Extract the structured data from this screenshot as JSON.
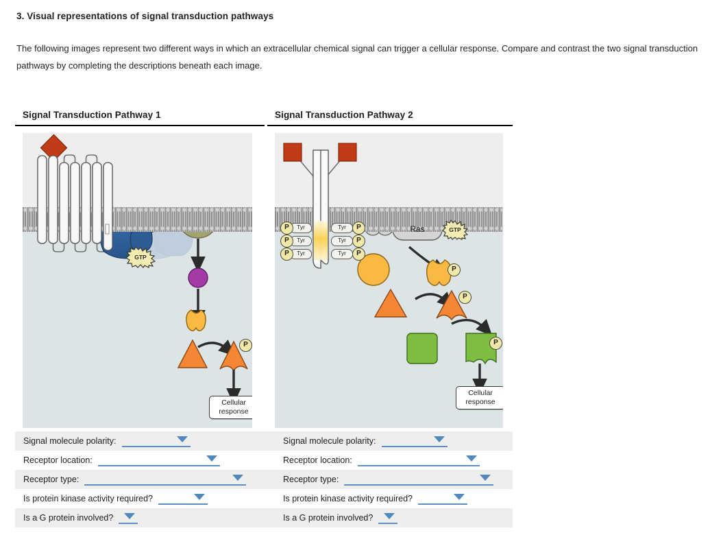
{
  "question": {
    "title": "3. Visual representations of signal transduction pathways",
    "intro": "The following images represent two different ways in which an extracellular chemical signal can trigger a cellular response. Compare and contrast the two signal transduction pathways by completing the descriptions beneath each image."
  },
  "panels": [
    {
      "heading": "Signal Transduction Pathway 1",
      "diagram": {
        "type": "gpcr-pathway",
        "signal_molecule": "red-diamond",
        "receptor": "seven-transmembrane-helix-receptor",
        "labels": {
          "gtp": "GTP",
          "cellular_response": "Cellular\nresponse",
          "phosphate": "P"
        },
        "colors": {
          "extracellular_bg": "#efeeee",
          "cytoplasm_bg": "#dce4e6",
          "membrane": "#8e8e8e",
          "signal_molecule": "#c23b17",
          "g_protein": "#2e5c96",
          "g_protein_pale": "#a8bcd6",
          "effector_enzyme": "#a3a472",
          "second_messenger": "#a33aa8",
          "kinase": "#f9b942",
          "substrate": "#f58634",
          "phosphate_badge": "#efe8a8"
        }
      }
    },
    {
      "heading": "Signal Transduction Pathway 2",
      "diagram": {
        "type": "receptor-tyrosine-kinase-pathway",
        "signal_molecule": "red-square",
        "receptor": "receptor-tyrosine-kinase-dimer",
        "labels": {
          "tyr": "Tyr",
          "phosphate": "P",
          "ras": "Ras",
          "gtp": "GTP",
          "cellular_response": "Cellular\nresponse"
        },
        "colors": {
          "extracellular_bg": "#efeeee",
          "cytoplasm_bg": "#dce4e6",
          "membrane": "#8e8e8e",
          "signal_molecule": "#c23b17",
          "relay_protein": "#cfcfcf",
          "ras": "#cfcfcf",
          "kinase_1": "#f9b942",
          "kinase_2": "#f58634",
          "kinase_3": "#7dbe42",
          "phosphate_badge": "#efe8a8"
        }
      }
    }
  ],
  "form": {
    "rows": [
      {
        "left": {
          "label": "Signal molecule polarity:",
          "value": "",
          "placeholder": "",
          "dd_width": 100
        },
        "right": {
          "label": "Signal molecule polarity:",
          "value": "",
          "placeholder": "",
          "dd_width": 96
        }
      },
      {
        "left": {
          "label": "Receptor location:",
          "value": "",
          "placeholder": "",
          "dd_width": 178
        },
        "right": {
          "label": "Receptor location:",
          "value": "",
          "placeholder": "",
          "dd_width": 178
        }
      },
      {
        "left": {
          "label": "Receptor type:",
          "value": "",
          "placeholder": "",
          "dd_width": 236
        },
        "right": {
          "label": "Receptor type:",
          "value": "",
          "placeholder": "",
          "dd_width": 218
        }
      },
      {
        "left": {
          "label": "Is protein kinase activity required?",
          "value": "",
          "placeholder": "",
          "dd_width": 72
        },
        "right": {
          "label": "Is protein kinase activity required?",
          "value": "",
          "placeholder": "",
          "dd_width": 72
        }
      },
      {
        "left": {
          "label": "Is a G protein involved?",
          "value": "",
          "placeholder": "",
          "dd_width": 28
        },
        "right": {
          "label": "Is a G protein involved?",
          "value": "",
          "placeholder": "",
          "dd_width": 28
        }
      }
    ],
    "accent_color": "#5189bd"
  }
}
